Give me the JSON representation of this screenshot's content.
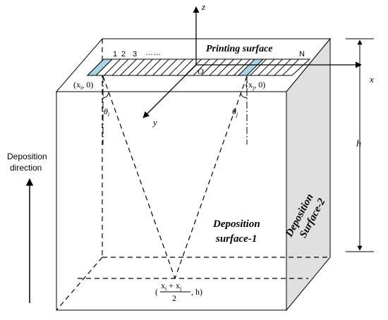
{
  "labels": {
    "printing_surface": "Printing surface",
    "slot_1": "1",
    "slot_2": "2",
    "slot_3": "3",
    "slot_dots": "……",
    "slot_n": "N",
    "origin": "O",
    "axis_x": "x",
    "axis_y": "y",
    "axis_z": "z",
    "height": "h",
    "point_i": "(x",
    "point_i_sub": "i",
    "point_i_tail": ", 0)",
    "point_j": "(x",
    "point_j_sub": "j",
    "point_j_tail": ", 0)",
    "theta_i": "θ",
    "theta_i_sub": "i",
    "theta_j": "θ",
    "theta_j_sub": "j",
    "deposition_direction_line1": "Deposition",
    "deposition_direction_line2": "direction",
    "surface_1_line1": "Deposition",
    "surface_1_line2": "surface-1",
    "surface_2_line1": "Deposition",
    "surface_2_line2": "Surface-2",
    "midpoint_open": "(",
    "midpoint_num_a": "x",
    "midpoint_num_a_sub": "i",
    "midpoint_plus": " + x",
    "midpoint_num_b_sub": "j",
    "midpoint_den": "2",
    "midpoint_tail": ", h)"
  },
  "colors": {
    "stroke": "#000000",
    "side_face": "#e0e0e0",
    "highlight": "#a8d4e6"
  }
}
